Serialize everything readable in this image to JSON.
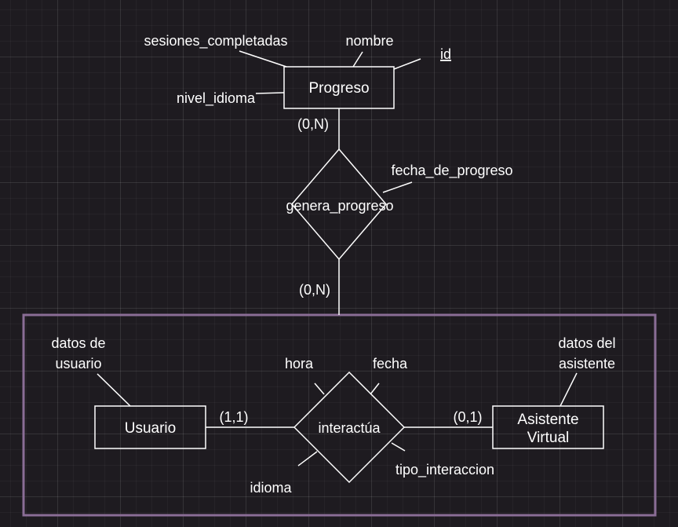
{
  "colors": {
    "background": "#1e1b20",
    "stroke": "#ffffff",
    "aggregation_border": "#8a6d96",
    "text": "#ffffff"
  },
  "entities": {
    "progreso": {
      "name": "Progreso"
    },
    "usuario": {
      "name": "Usuario"
    },
    "asistente": {
      "name_line1": "Asistente",
      "name_line2": "Virtual"
    }
  },
  "relationships": {
    "genera_progreso": {
      "name": "genera_progreso"
    },
    "interactua": {
      "name": "interactúa"
    }
  },
  "attributes": {
    "sesiones_completadas": "sesiones_completadas",
    "nombre": "nombre",
    "id": "id",
    "nivel_idioma": "nivel_idioma",
    "fecha_de_progreso": "fecha_de_progreso",
    "datos_usuario_line1": "datos de",
    "datos_usuario_line2": "usuario",
    "datos_asistente_line1": "datos del",
    "datos_asistente_line2": "asistente",
    "hora": "hora",
    "fecha": "fecha",
    "idioma": "idioma",
    "tipo_interaccion": "tipo_interaccion"
  },
  "cardinalities": {
    "progreso_side": "(0,N)",
    "aggregation_side": "(0,N)",
    "usuario_side": "(1,1)",
    "asistente_side": "(0,1)"
  }
}
